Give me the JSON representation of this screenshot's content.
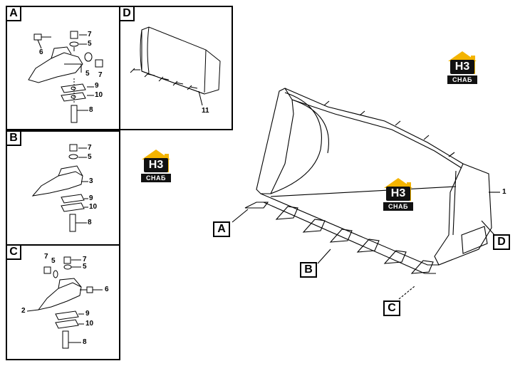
{
  "panels": {
    "a": {
      "tag": "A",
      "callouts": [
        "7",
        "5",
        "6",
        "5",
        "7",
        "9",
        "10",
        "8"
      ]
    },
    "b": {
      "tag": "B",
      "callouts": [
        "7",
        "5",
        "3",
        "9",
        "10",
        "8"
      ]
    },
    "c": {
      "tag": "C",
      "callouts": [
        "7",
        "5",
        "7",
        "5",
        "6",
        "2",
        "9",
        "10",
        "8"
      ]
    },
    "d": {
      "tag": "D",
      "callouts": [
        "11"
      ]
    }
  },
  "main": {
    "callout_1": "1",
    "labels": [
      "A",
      "B",
      "C",
      "D"
    ]
  },
  "watermark": {
    "mark": "H3",
    "brand": "CHAБ"
  },
  "colors": {
    "accent": "#f4b400",
    "ink": "#000000",
    "logo_dark": "#111111"
  }
}
